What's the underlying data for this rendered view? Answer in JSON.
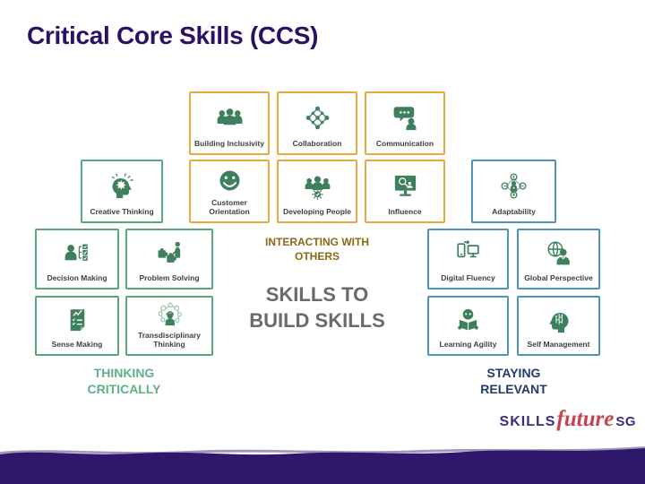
{
  "slide": {
    "title": "Critical Core Skills (CCS)",
    "center_heading": {
      "line1": "SKILLS TO",
      "line2": "BUILD SKILLS"
    }
  },
  "clusters": [
    {
      "id": "interacting-with-others",
      "label_line1": "INTERACTING WITH",
      "label_line2": "OTHERS",
      "text_color": "#8B6914",
      "border_color": "#E9A93D"
    },
    {
      "id": "thinking-critically",
      "label_line1": "THINKING",
      "label_line2": "CRITICALLY",
      "text_color": "#5CB185",
      "border_color": "#58A87C"
    },
    {
      "id": "staying-relevant",
      "label_line1": "STAYING",
      "label_line2": "RELEVANT",
      "text_color": "#1E3A6E",
      "border_color": "#4D93BC"
    }
  ],
  "skills": [
    {
      "id": "building-inclusivity",
      "label": "Building Inclusivity",
      "icon": "building-inclusivity-icon",
      "cluster": "interacting-with-others"
    },
    {
      "id": "collaboration",
      "label": "Collaboration",
      "icon": "collaboration-icon",
      "cluster": "interacting-with-others"
    },
    {
      "id": "communication",
      "label": "Communication",
      "icon": "communication-icon",
      "cluster": "interacting-with-others"
    },
    {
      "id": "creative-thinking",
      "label": "Creative Thinking",
      "icon": "creative-thinking-icon",
      "cluster": "thinking-critically"
    },
    {
      "id": "customer-orientation",
      "label": "Customer Orientation",
      "icon": "customer-orientation-icon",
      "cluster": "interacting-with-others"
    },
    {
      "id": "developing-people",
      "label": "Developing People",
      "icon": "developing-people-icon",
      "cluster": "interacting-with-others"
    },
    {
      "id": "influence",
      "label": "Influence",
      "icon": "influence-icon",
      "cluster": "interacting-with-others"
    },
    {
      "id": "adaptability",
      "label": "Adaptability",
      "icon": "adaptability-icon",
      "cluster": "staying-relevant"
    },
    {
      "id": "decision-making",
      "label": "Decision Making",
      "icon": "decision-making-icon",
      "cluster": "thinking-critically"
    },
    {
      "id": "problem-solving",
      "label": "Problem Solving",
      "icon": "problem-solving-icon",
      "cluster": "thinking-critically"
    },
    {
      "id": "digital-fluency",
      "label": "Digital Fluency",
      "icon": "digital-fluency-icon",
      "cluster": "staying-relevant"
    },
    {
      "id": "global-perspective",
      "label": "Global Perspective",
      "icon": "global-perspective-icon",
      "cluster": "staying-relevant"
    },
    {
      "id": "sense-making",
      "label": "Sense Making",
      "icon": "sense-making-icon",
      "cluster": "thinking-critically"
    },
    {
      "id": "transdisciplinary-thinking",
      "label": "Transdisciplinary Thinking",
      "icon": "transdisciplinary-thinking-icon",
      "cluster": "thinking-critically"
    },
    {
      "id": "learning-agility",
      "label": "Learning Agility",
      "icon": "learning-agility-icon",
      "cluster": "staying-relevant"
    },
    {
      "id": "self-management",
      "label": "Self Management",
      "icon": "self-management-icon",
      "cluster": "staying-relevant"
    }
  ],
  "logo": {
    "skills": "SKILLS",
    "future": "future",
    "sg": "SG"
  },
  "colors": {
    "title_purple": "#2D1065",
    "footer_purple": "#2E186B",
    "icon_green": "#3E7F5C",
    "border_yellow": "#E9A93D",
    "border_green": "#58A87C",
    "border_blue": "#4D93BC",
    "box_label_gray": "#3F3F3F",
    "center_heading_gray": "#6A6A6A",
    "logo_purple": "#3F2C7E",
    "logo_red": "#C8414F"
  }
}
